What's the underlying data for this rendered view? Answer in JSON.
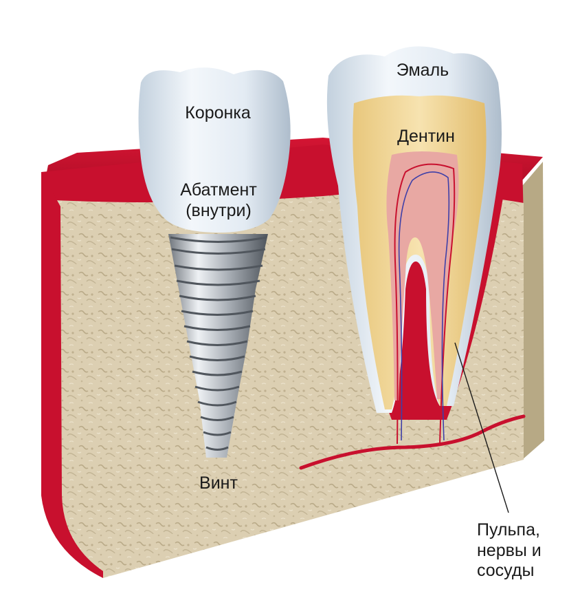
{
  "labels": {
    "crown": "Коронка",
    "abutment_line1": "Абатмент",
    "abutment_line2": "(внутри)",
    "screw": "Винт",
    "enamel": "Эмаль",
    "dentin": "Дентин",
    "pulp_line1": "Пульпа,",
    "pulp_line2": "нервы и",
    "pulp_line3": "сосуды"
  },
  "colors": {
    "gum": "#c8102e",
    "bone": "#d9cdb0",
    "bone_side": "#b8ab8c",
    "crown": "#e4edf5",
    "enamel": "#dde7ef",
    "dentin": "#f1d79a",
    "pulp": "#e9a9a6",
    "metal": "#b9bec4",
    "nerve_red": "#c8102e",
    "nerve_blue": "#3d3fa8"
  }
}
